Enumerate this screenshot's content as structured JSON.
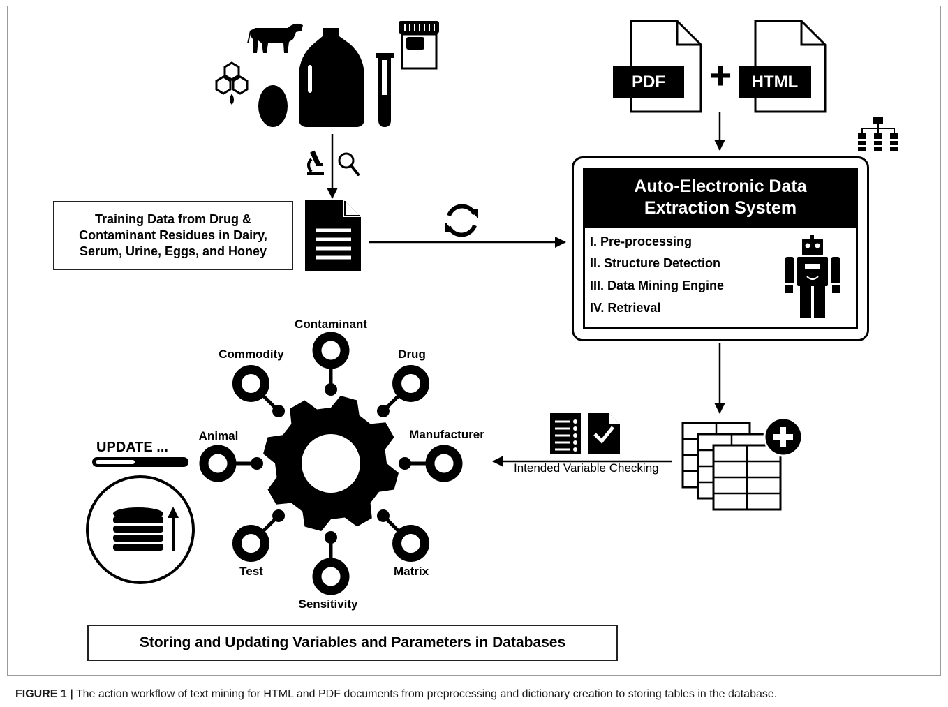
{
  "nodes": {
    "training_lines": [
      "Training Data from Drug &",
      "Contaminant Residues in Dairy,",
      "Serum, Urine, Eggs, and Honey"
    ],
    "pdf_label": "PDF",
    "html_label": "HTML",
    "plus_sign": "+",
    "aeds_title_line1": "Auto-Electronic Data",
    "aeds_title_line2": "Extraction System",
    "steps": [
      "I. Pre-processing",
      "II. Structure Detection",
      "III. Data Mining Engine",
      "IV. Retrieval"
    ],
    "check_label": "Intended Variable Checking",
    "update_label": "UPDATE ...",
    "storing_label": "Storing and Updating Variables and Parameters in Databases"
  },
  "variables": [
    "Contaminant",
    "Drug",
    "Manufacturer",
    "Matrix",
    "Sensitivity",
    "Test",
    "Animal",
    "Commodity"
  ],
  "caption": {
    "prefix": "FIGURE 1 |",
    "text": " The action workflow of text mining for HTML and PDF documents from preprocessing and dictionary creation to storing tables in the database."
  },
  "icons": [
    "cow-icon",
    "milk-jug-icon",
    "urine-cup-icon",
    "honeycomb-icon",
    "egg-icon",
    "test-tube-icon",
    "microscope-icon",
    "magnifier-icon",
    "document-icon",
    "refresh-icon",
    "pdf-file-icon",
    "html-file-icon",
    "sitemap-icon",
    "robot-icon",
    "checklist-icon",
    "checked-file-icon",
    "tables-add-icon",
    "gear-icon",
    "database-icon",
    "progress-bar"
  ]
}
